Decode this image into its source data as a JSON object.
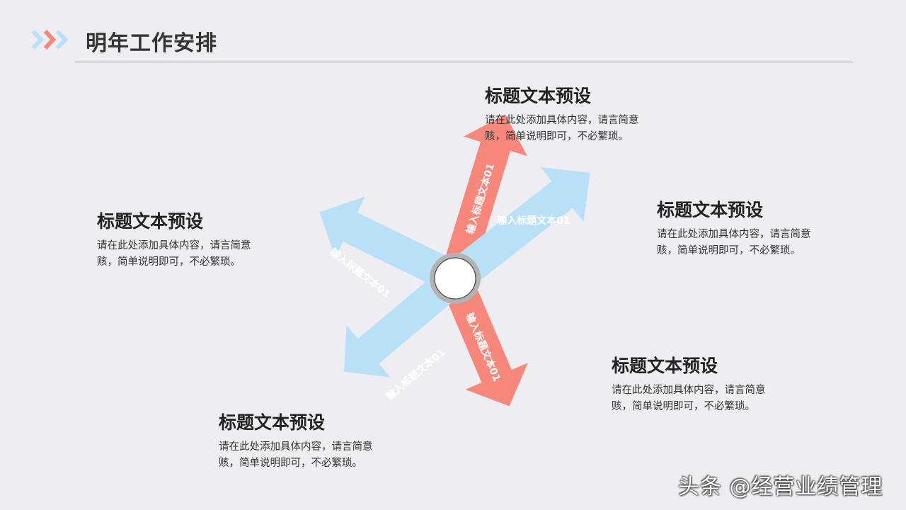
{
  "header": {
    "title": "明年工作安排"
  },
  "colors": {
    "accent_blue": "#b8e0f6",
    "accent_red": "#f6877a",
    "hub_ring": "#b3b3b3",
    "divider": "#9a9a9a"
  },
  "arrows": [
    {
      "label": "输入标题文本01",
      "color": "red"
    },
    {
      "label": "输入标题文本01",
      "color": "blue"
    },
    {
      "label": "输入标题文本01",
      "color": "red"
    },
    {
      "label": "输入标题文本01",
      "color": "blue"
    },
    {
      "label": "输入标题文本01",
      "color": "blue"
    }
  ],
  "blocks": [
    {
      "heading": "标题文本预设",
      "line1": "请在此处添加具体内容，请言简意",
      "line2": "赅，简单说明即可，不必繁琐。"
    },
    {
      "heading": "标题文本预设",
      "line1": "请在此处添加具体内容，请言简意",
      "line2": "赅，简单说明即可，不必繁琐。"
    },
    {
      "heading": "标题文本预设",
      "line1": "请在此处添加具体内容，请言简意",
      "line2": "赅，简单说明即可，不必繁琐。"
    },
    {
      "heading": "标题文本预设",
      "line1": "请在此处添加具体内容，请言简意",
      "line2": "赅，简单说明即可，不必繁琐。"
    },
    {
      "heading": "标题文本预设",
      "line1": "请在此处添加具体内容，请言简意",
      "line2": "赅，简单说明即可，不必繁琐。"
    }
  ],
  "watermark": "头条 @经营业绩管理"
}
